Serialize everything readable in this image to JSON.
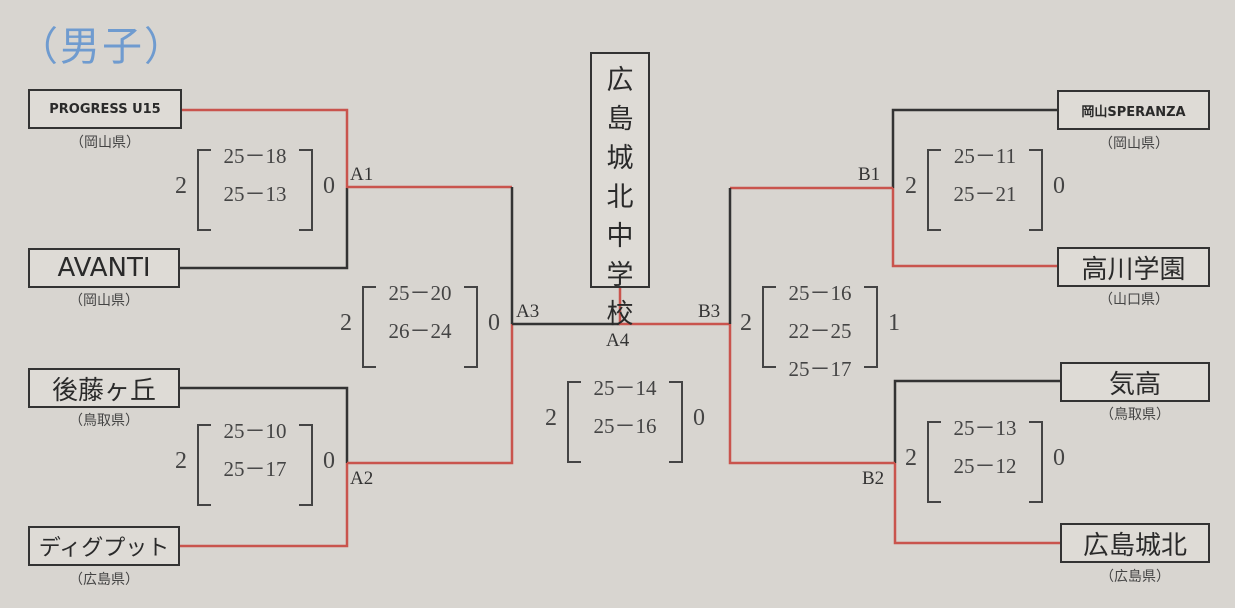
{
  "title": "（男子）",
  "champion": {
    "label": "広島城北中学校",
    "chars": [
      "広",
      "島",
      "城",
      "北",
      "中",
      "学",
      "校"
    ]
  },
  "teams": [
    {
      "name": "PROGRESS U15",
      "pref": "（岡山県）"
    },
    {
      "name": "AVANTI",
      "pref": "（岡山県）"
    },
    {
      "name": "後藤ヶ丘",
      "pref": "（鳥取県）"
    },
    {
      "name": "ディグプット",
      "pref": "（広島県）"
    },
    {
      "name": "岡山SPERANZA",
      "pref": "（岡山県）"
    },
    {
      "name": "高川学園",
      "pref": "（山口県）"
    },
    {
      "name": "気高",
      "pref": "（鳥取県）"
    },
    {
      "name": "広島城北",
      "pref": "（広島県）"
    }
  ],
  "match_labels": {
    "a1": "A1",
    "a2": "A2",
    "a3": "A3",
    "a4": "A4",
    "b1": "B1",
    "b2": "B2",
    "b3": "B3"
  },
  "matches": [
    {
      "id": "A1",
      "left": "2",
      "right": "0",
      "sets": [
        "25－18",
        "25－13"
      ]
    },
    {
      "id": "A2",
      "left": "2",
      "right": "0",
      "sets": [
        "25－10",
        "25－17"
      ]
    },
    {
      "id": "A3",
      "left": "2",
      "right": "0",
      "sets": [
        "25－20",
        "26－24"
      ]
    },
    {
      "id": "A4",
      "left": "2",
      "right": "0",
      "sets": [
        "25－14",
        "25－16"
      ]
    },
    {
      "id": "B1",
      "left": "2",
      "right": "0",
      "sets": [
        "25－11",
        "25－21"
      ]
    },
    {
      "id": "B2",
      "left": "2",
      "right": "0",
      "sets": [
        "25－13",
        "25－12"
      ]
    },
    {
      "id": "B3",
      "left": "2",
      "right": "1",
      "sets": [
        "25－16",
        "22－25",
        "25－17"
      ]
    }
  ],
  "colors": {
    "winner_line": "#c9544d",
    "line": "#333333",
    "title": "#6f9bcf"
  }
}
